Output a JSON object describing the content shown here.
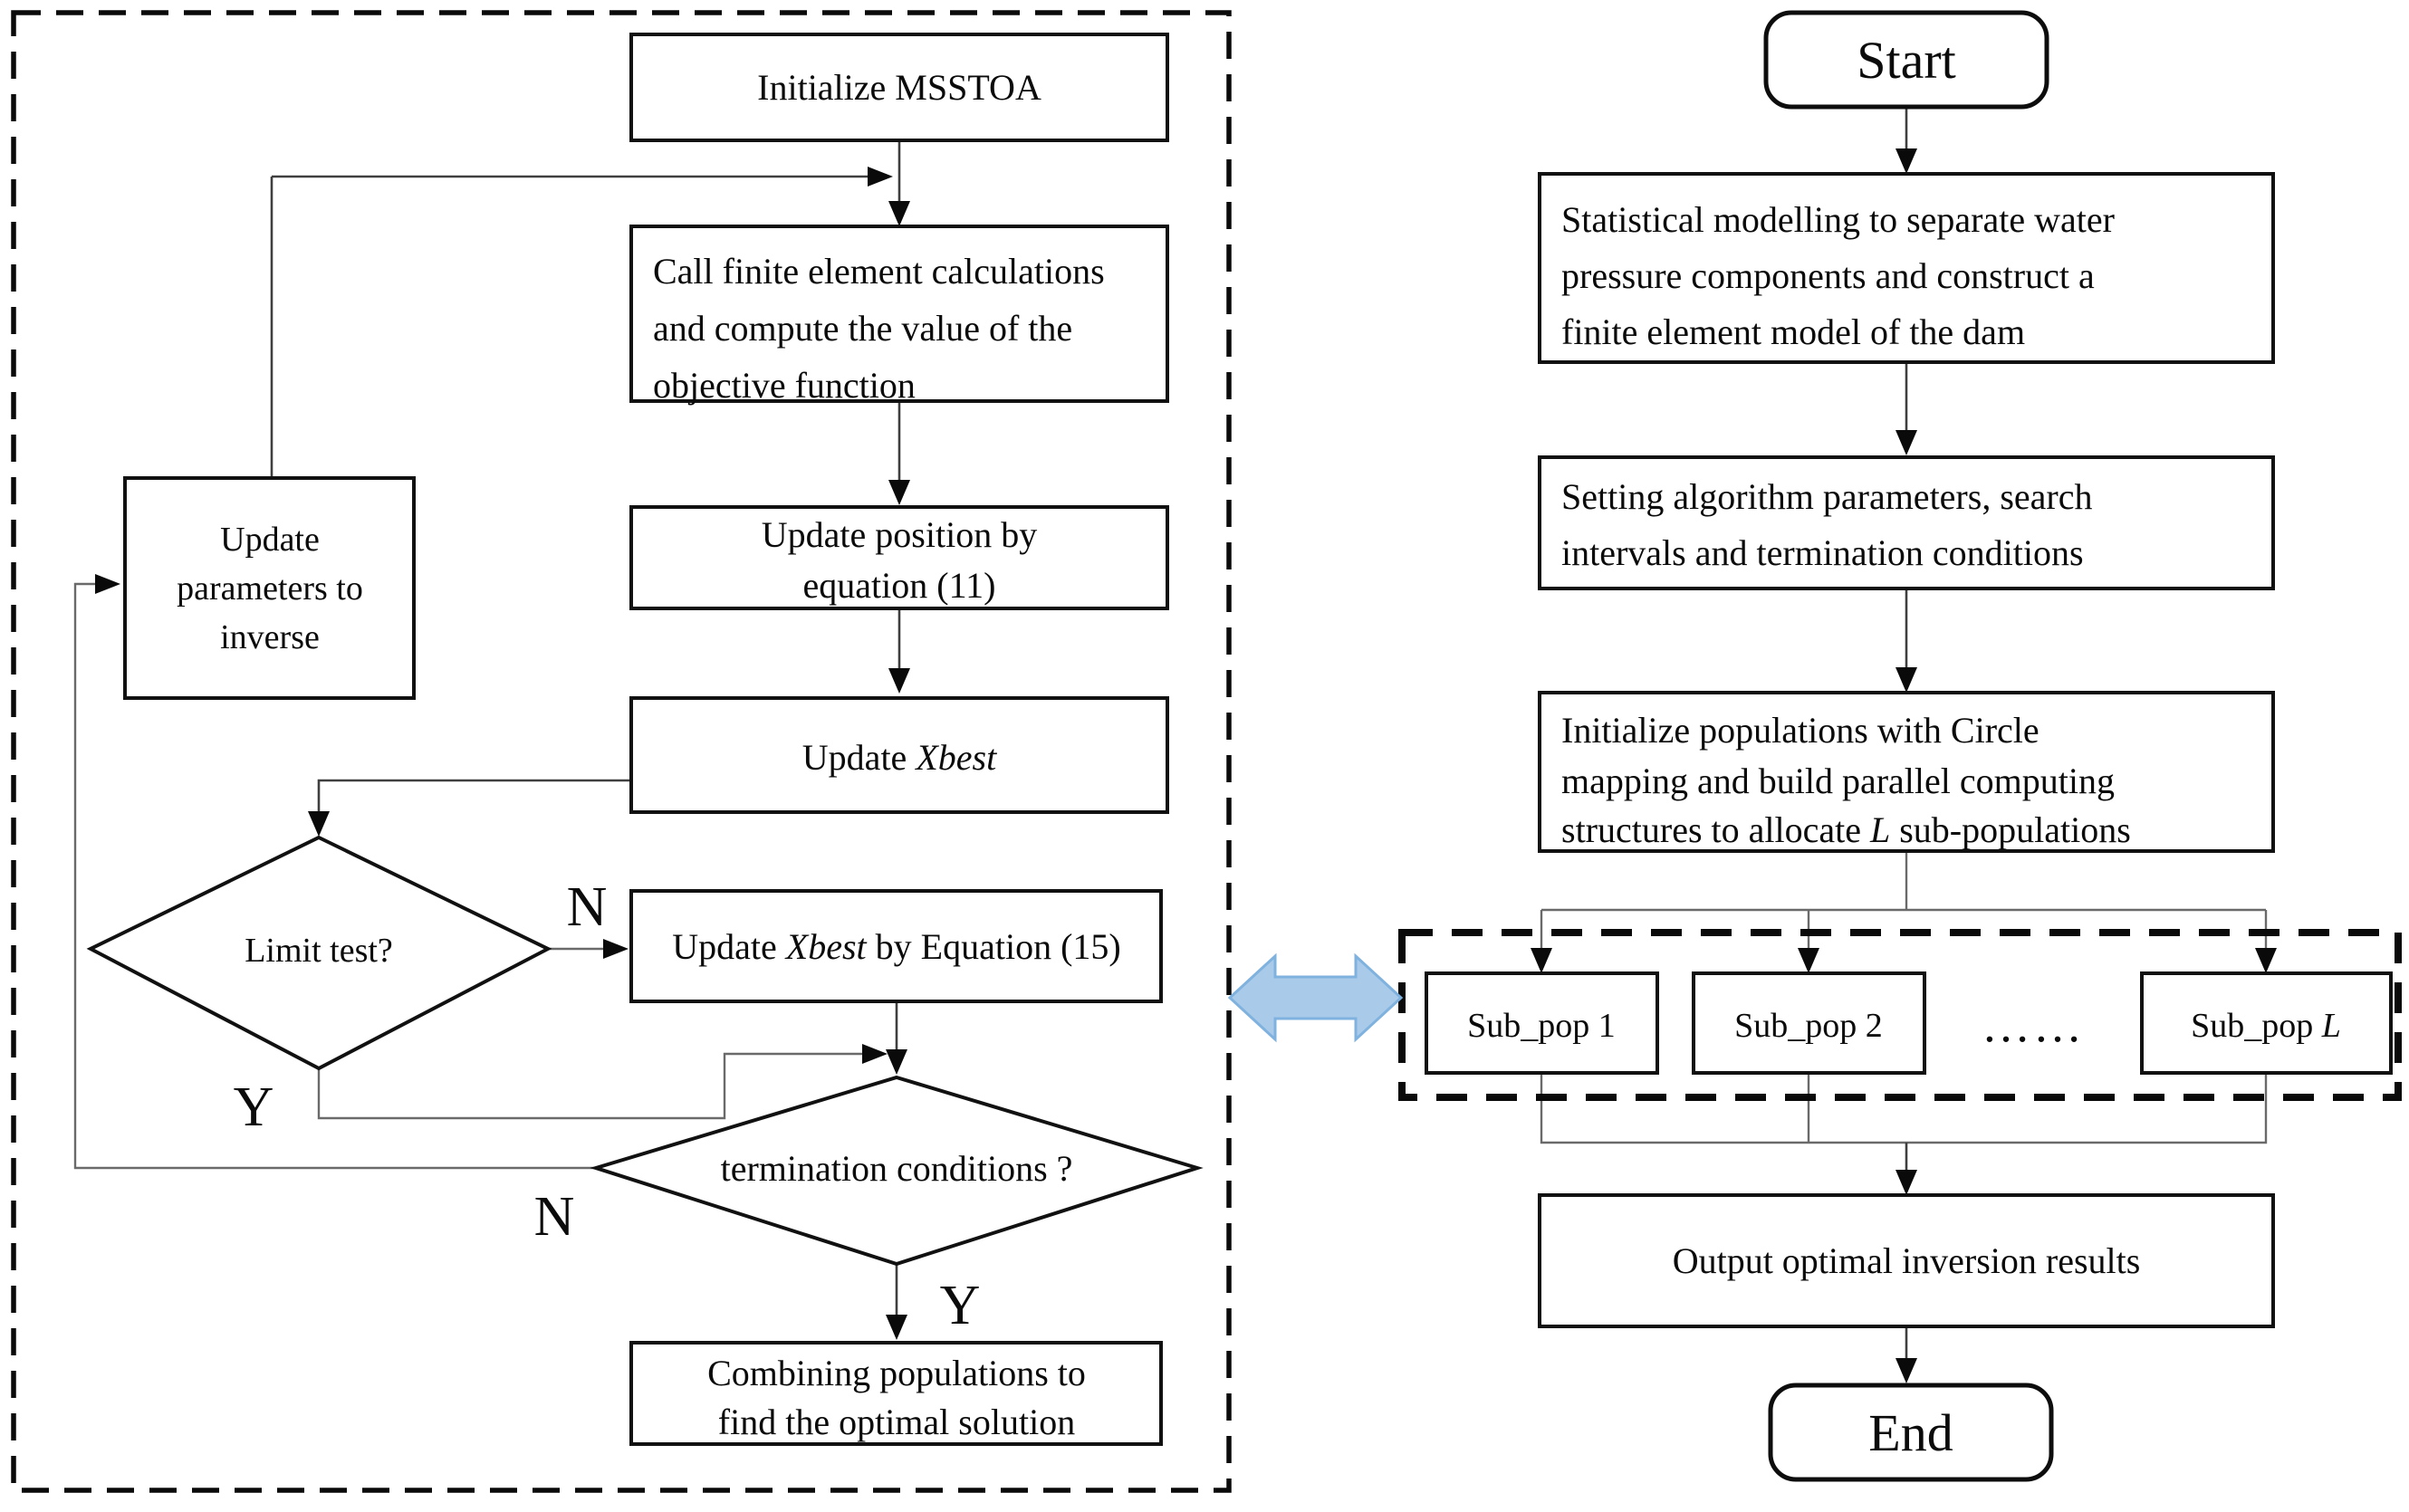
{
  "figure": {
    "type": "flowchart",
    "description": "MSSTOA parallel inversion flowchart"
  },
  "colors": {
    "flow_arrow_fill": "#a9cbe9",
    "flow_arrow_stroke": "#7fb2de",
    "line_color": "#3f3f3f",
    "box_stroke": "#111111"
  },
  "left_chart": {
    "init_label": "Initialize MSSTOA",
    "call_lines": [
      "Call finite element calculations",
      "and compute the value of the",
      "objective function"
    ],
    "update_position_lines": [
      "Update position by",
      "equation (11)"
    ],
    "update_xbest": {
      "pre": "Update ",
      "var": "Xbest"
    },
    "update_params_lines": [
      "Update",
      "parameters to",
      "inverse"
    ],
    "limit_test_label": "Limit test?",
    "update_xbest_eq15": {
      "pre": "Update ",
      "var": "Xbest",
      "post": " by Equation (15)"
    },
    "termination_label": "termination conditions ?",
    "combining_lines": [
      "Combining populations to",
      "find the optimal solution"
    ],
    "branch_labels": {
      "limit_no": "N",
      "limit_yes": "Y",
      "term_no": "N",
      "term_yes": "Y"
    }
  },
  "right_chart": {
    "start_label": "Start",
    "statistical_lines": [
      "Statistical modelling to separate water",
      "pressure components and construct a",
      "finite element model of the dam"
    ],
    "setting_lines": [
      "Setting algorithm parameters, search",
      "intervals and termination conditions"
    ],
    "init_pop_lines": [
      "Initialize populations with Circle",
      "mapping and build parallel computing"
    ],
    "init_pop_line3": {
      "pre": "structures to allocate ",
      "var": "L",
      "post": " sub-populations"
    },
    "sub_pop_1": "Sub_pop 1",
    "sub_pop_2": "Sub_pop 2",
    "ellipsis": "……",
    "sub_pop_l": {
      "pre": "Sub_pop ",
      "var": "L"
    },
    "output_label": "Output optimal inversion results",
    "end_label": "End"
  }
}
